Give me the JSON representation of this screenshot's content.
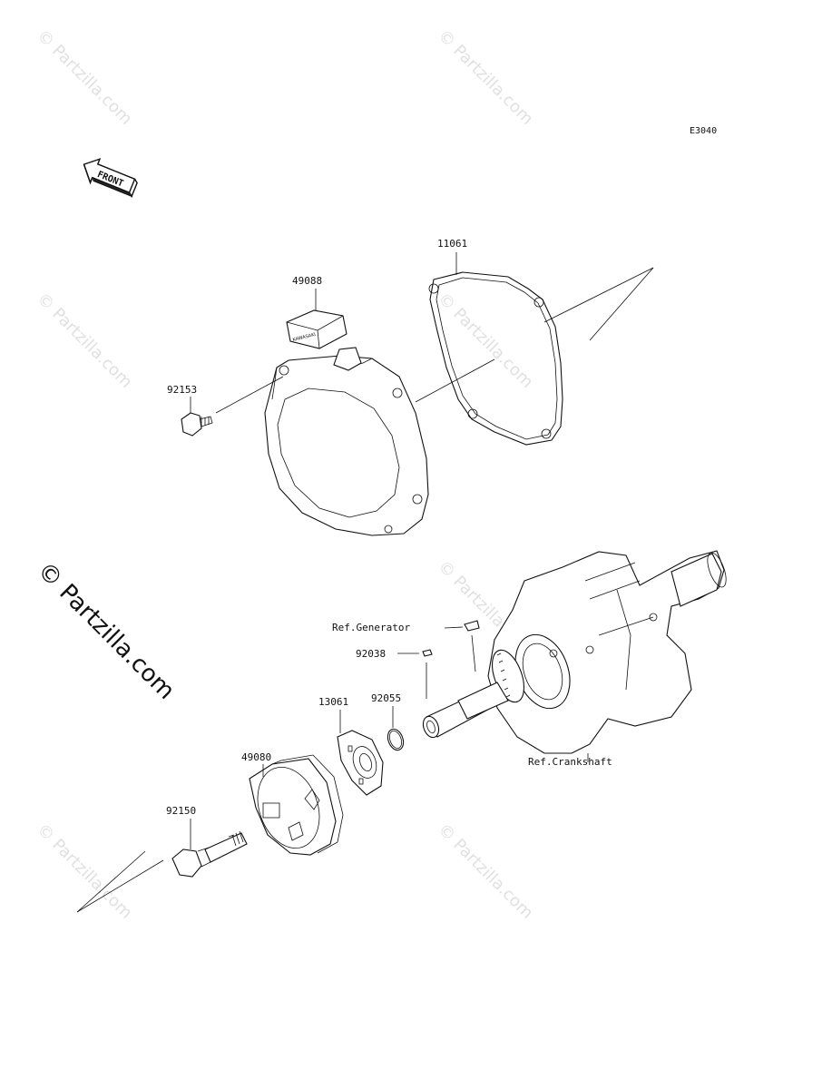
{
  "diagram_code": "E3040",
  "front_badge": "FRONT",
  "watermark_small": "© Partzilla.com",
  "watermark_large": "© Partzilla.com",
  "labels": {
    "p11061": "11061",
    "p49088": "49088",
    "p92153": "92153",
    "ref_generator": "Ref.Generator",
    "p92038": "92038",
    "p92055": "92055",
    "p13061": "13061",
    "p49080": "49080",
    "p92150": "92150",
    "ref_crankshaft": "Ref.Crankshaft"
  },
  "starter_embossed_text": "KAWASAKI"
}
